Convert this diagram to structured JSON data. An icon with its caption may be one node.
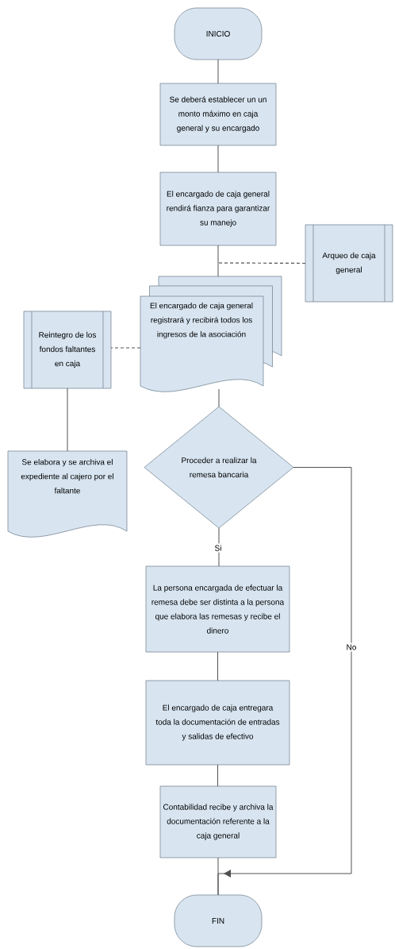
{
  "diagram": {
    "nodes": [
      {
        "text": [
          "INICIO"
        ]
      },
      {
        "text": [
          "Se deberá establecer un un monto máximo en caja general y su encargado"
        ]
      },
      {
        "text": [
          "El encargado de caja general rendirá fianza para garantizar su manejo"
        ]
      },
      {
        "text": [
          "Arqueo de caja general"
        ]
      },
      {
        "text": [
          "El encargado de caja general registrará y recibirá todos los ingresos de la asociación"
        ]
      },
      {
        "text": [
          "Reintegro de los fondos faltantes en caja"
        ]
      },
      {
        "text": [
          "Proceder a realizar la remesa bancaria"
        ]
      },
      {
        "text": [
          "Se elabora y se archiva el expediente al cajero por el faltante"
        ]
      },
      {
        "text": [
          "La persona encargada de efectuar la remesa debe ser distinta a la persona que elabora las remesas y recibe el dinero"
        ]
      },
      {
        "text": [
          "El encargado de caja entregara toda la documentación de entradas y salidas de efectivo"
        ]
      },
      {
        "text": [
          "Contabilidad recibe y archiva la documentación referente a la caja general"
        ]
      },
      {
        "text": [
          "FIN"
        ]
      }
    ],
    "edges": [
      {
        "from": 0,
        "to": 1,
        "arrow": "none"
      },
      {
        "from": 1,
        "to": 2,
        "arrow": "none"
      },
      {
        "from": 2,
        "to": 4,
        "arrow": "none"
      },
      {
        "from": 3,
        "to": null,
        "arrow": "none",
        "style": "dashed"
      },
      {
        "from": 4,
        "to": 5,
        "arrow": "none",
        "style": "dashed"
      },
      {
        "from": 5,
        "to": 7,
        "arrow": "none"
      },
      {
        "from": 4,
        "to": 6,
        "arrow": "none"
      },
      {
        "from": 6,
        "to": 8,
        "arrow": "none",
        "label": "Si"
      },
      {
        "from": 8,
        "to": 9,
        "arrow": "none"
      },
      {
        "from": 9,
        "to": 10,
        "arrow": "none"
      },
      {
        "from": 10,
        "to": 11,
        "arrow": "none"
      },
      {
        "from": 6,
        "to": 11,
        "arrow": "to",
        "label": "No"
      }
    ]
  }
}
